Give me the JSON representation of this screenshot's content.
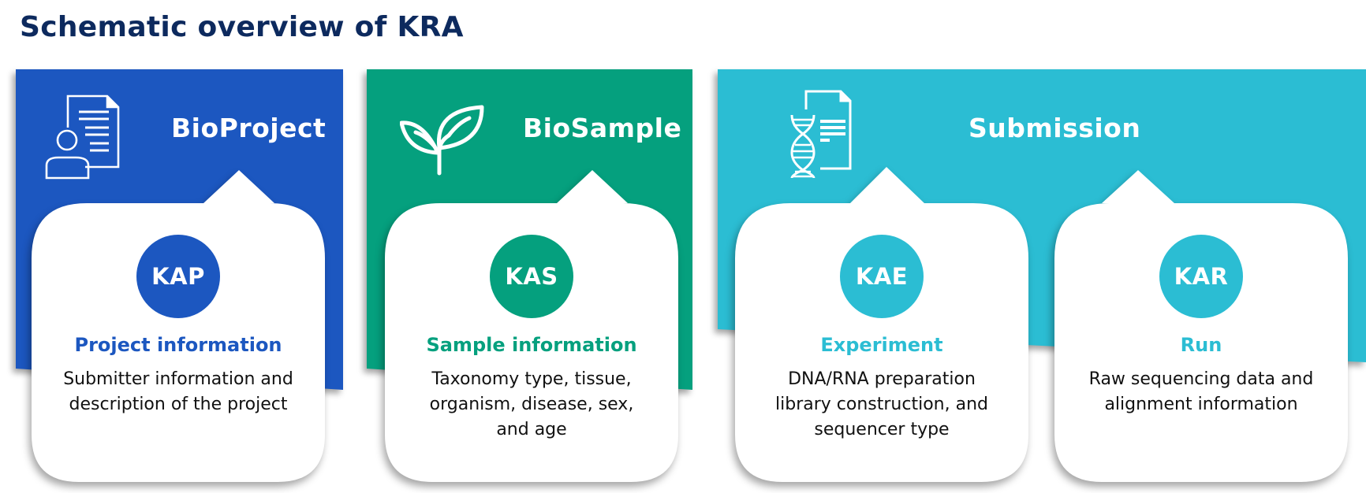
{
  "title": "Schematic overview of KRA",
  "colors": {
    "title": "#0d2a5e",
    "bioproject": "#1c57c0",
    "biosample": "#05a07e",
    "submission": "#2bbdd3",
    "card_bg": "#ffffff",
    "desc_text": "#111111"
  },
  "panels": [
    {
      "name": "BioProject",
      "icon": "document-person-icon"
    },
    {
      "name": "BioSample",
      "icon": "sprout-icon"
    },
    {
      "name": "Submission",
      "icon": "dna-document-icon"
    }
  ],
  "cards": [
    {
      "code": "KAP",
      "heading": "Project information",
      "description": "Submitter information and\ndescription of the project",
      "panel": "BioProject"
    },
    {
      "code": "KAS",
      "heading": "Sample information",
      "description": "Taxonomy type, tissue,\norganism, disease, sex,\nand age",
      "panel": "BioSample"
    },
    {
      "code": "KAE",
      "heading": "Experiment",
      "description": "DNA/RNA preparation\nlibrary construction, and\nsequencer type",
      "panel": "Submission"
    },
    {
      "code": "KAR",
      "heading": "Run",
      "description": "Raw sequencing data and\nalignment information",
      "panel": "Submission"
    }
  ]
}
